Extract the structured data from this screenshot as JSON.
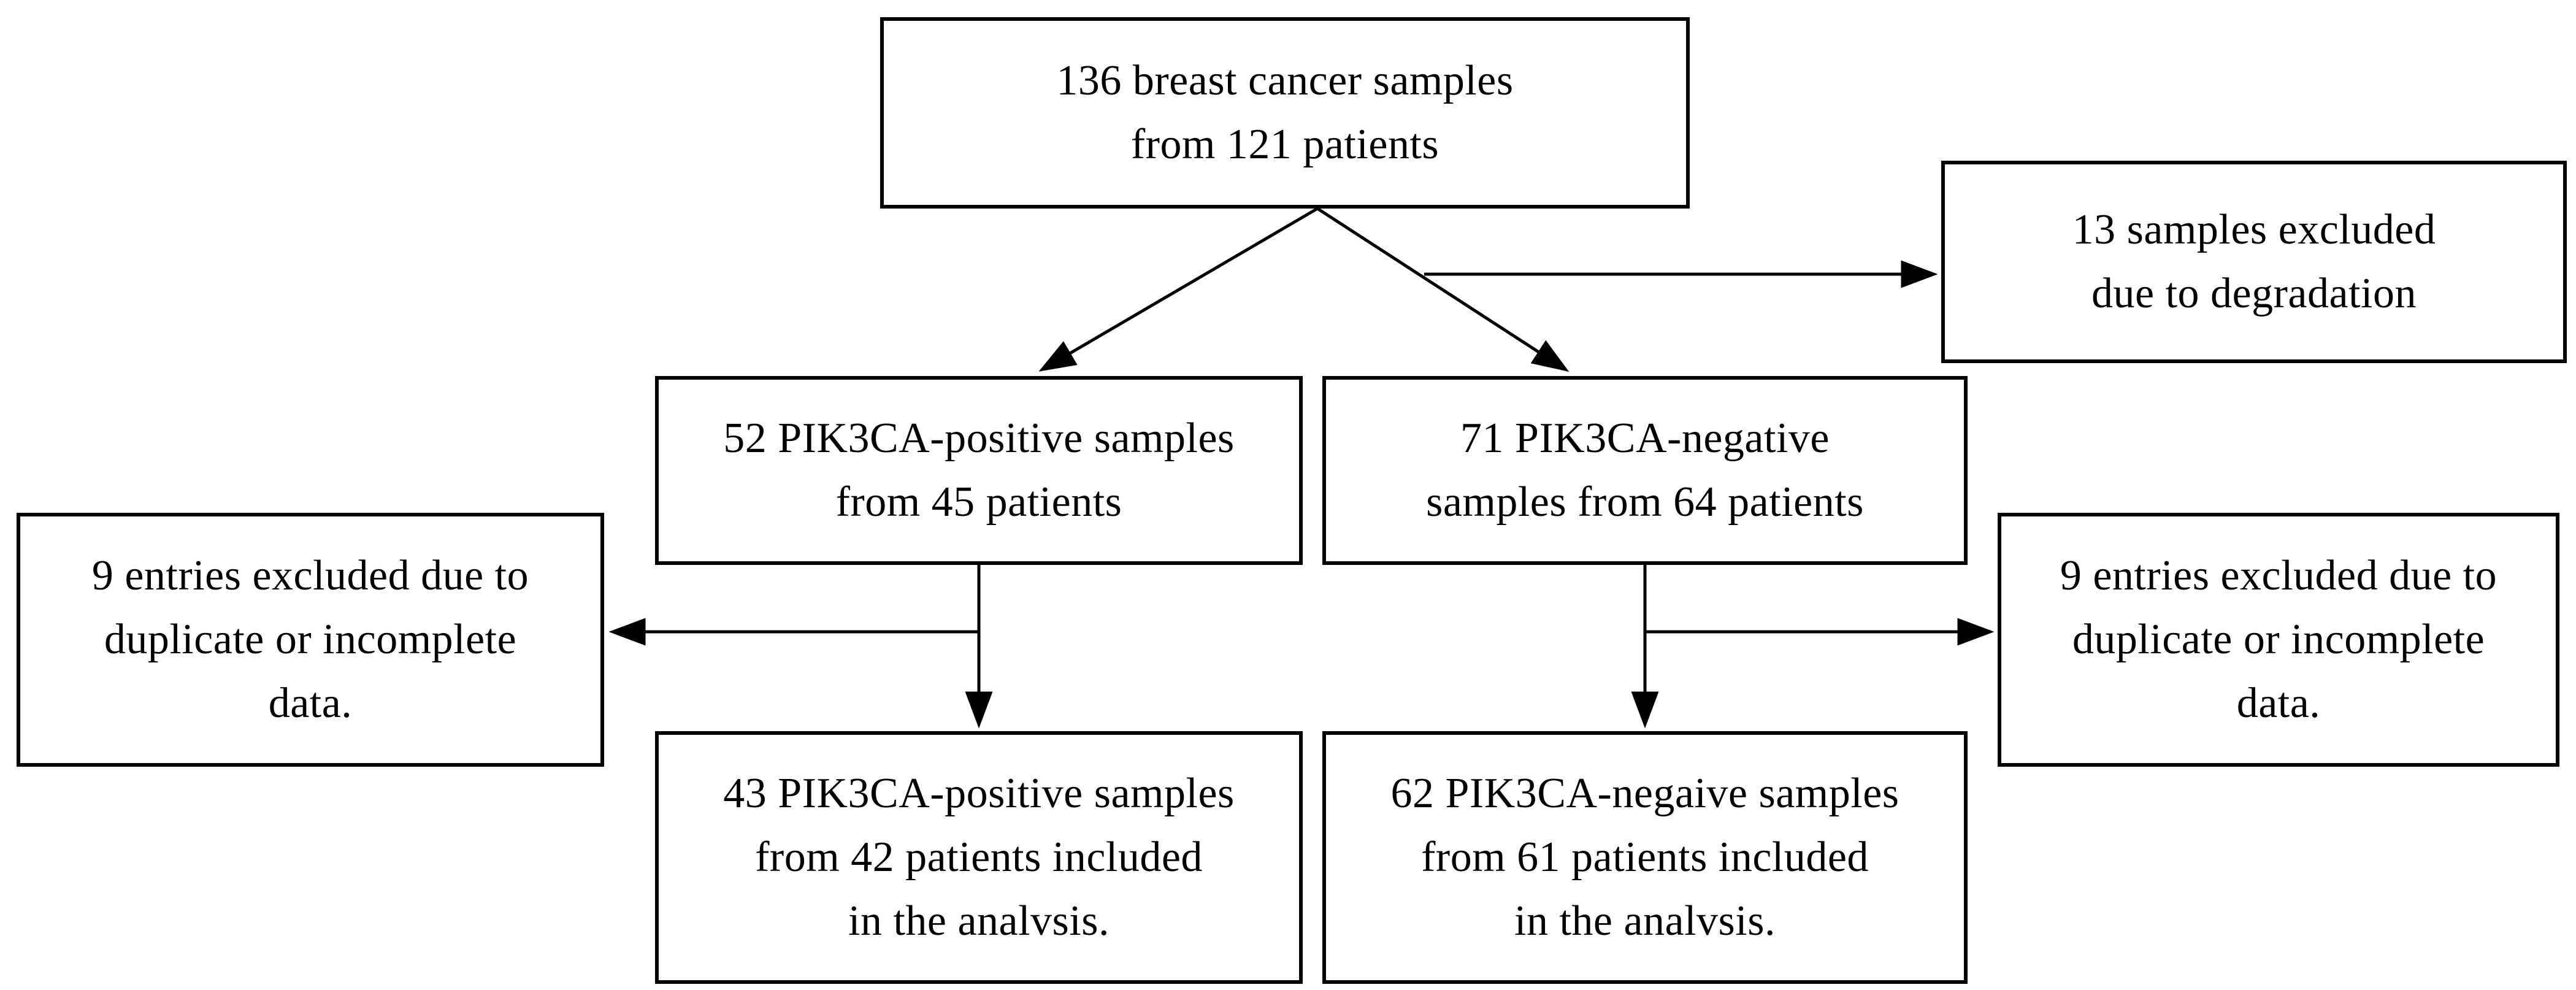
{
  "figure": {
    "kind": "study-flow-diagram",
    "colors": {
      "ink": "#000000",
      "background": "#ffffff"
    }
  },
  "boxes": {
    "total": {
      "lines": [
        "136 breast cancer samples",
        "from 121 patients"
      ]
    },
    "excluded_degradation": {
      "lines": [
        "13 samples excluded",
        "due to degradation"
      ]
    },
    "pik3ca_positive": {
      "lines": [
        "52 PIK3CA-positive samples",
        "from 45 patients"
      ]
    },
    "pik3ca_negative": {
      "lines": [
        "71 PIK3CA-negative",
        "samples from 64 patients"
      ]
    },
    "excluded_duplicate_left": {
      "lines": [
        "9 entries excluded due to",
        "duplicate or incomplete",
        "data."
      ]
    },
    "excluded_duplicate_right": {
      "lines": [
        "9 entries excluded due to",
        "duplicate or incomplete",
        "data."
      ]
    },
    "included_positive": {
      "lines": [
        "43 PIK3CA-positive samples",
        "from 42 patients included",
        "in the analvsis."
      ]
    },
    "included_negative": {
      "lines": [
        "62 PIK3CA-negaive samples",
        "from 61 patients included",
        "in the analvsis."
      ]
    }
  }
}
